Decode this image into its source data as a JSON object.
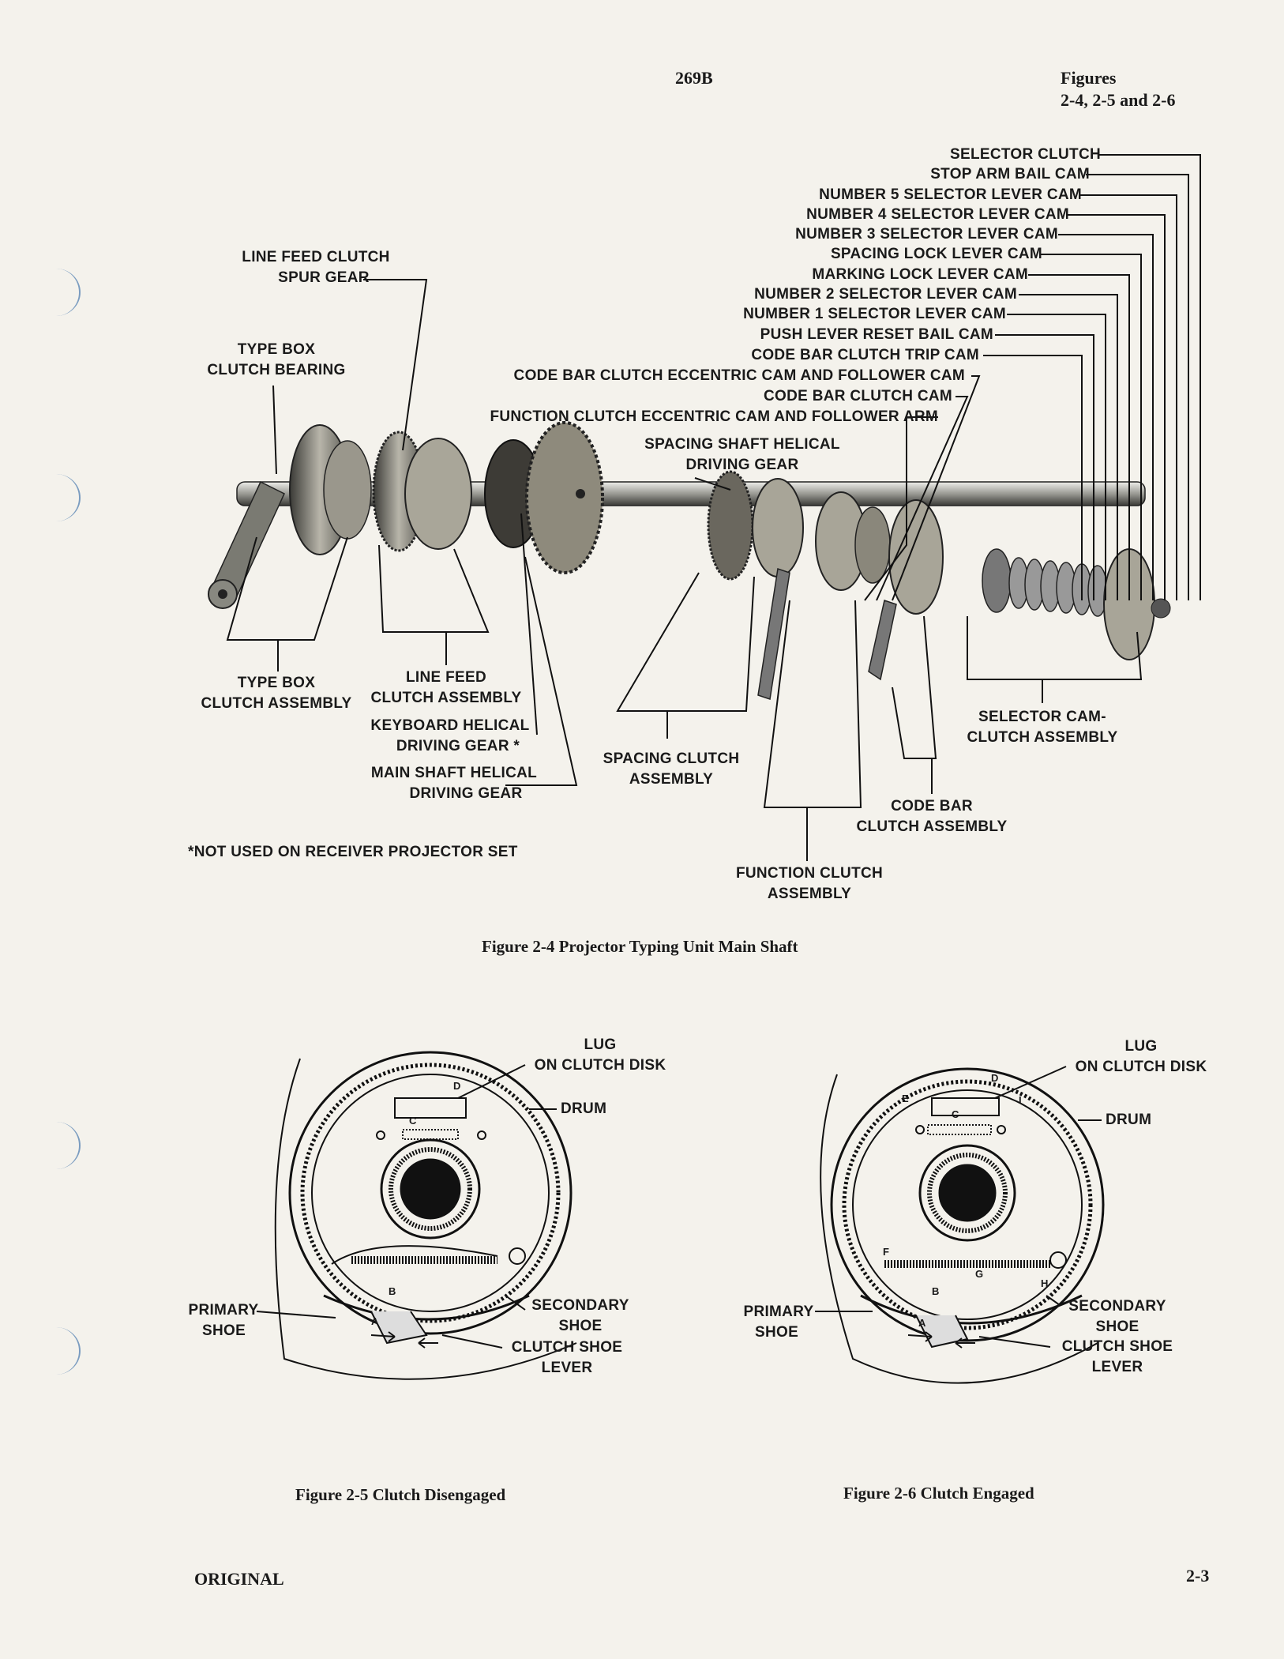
{
  "header": {
    "doc_number": "269B",
    "figures_line1": "Figures",
    "figures_line2": "2-4, 2-5 and 2-6"
  },
  "figure_2_4": {
    "caption": "Figure 2-4   Projector Typing Unit Main Shaft",
    "callouts_right": [
      "SELECTOR CLUTCH",
      "STOP ARM BAIL CAM",
      "NUMBER 5 SELECTOR LEVER CAM",
      "NUMBER 4 SELECTOR LEVER CAM",
      "NUMBER 3 SELECTOR LEVER CAM",
      "SPACING LOCK LEVER CAM",
      "MARKING LOCK LEVER CAM",
      "NUMBER 2 SELECTOR LEVER CAM",
      "NUMBER 1 SELECTOR LEVER CAM",
      "PUSH LEVER RESET BAIL CAM",
      "CODE BAR CLUTCH TRIP CAM",
      "CODE BAR CLUTCH ECCENTRIC CAM AND FOLLOWER CAM",
      "CODE BAR CLUTCH CAM",
      "FUNCTION CLUTCH ECCENTRIC CAM AND FOLLOWER ARM"
    ],
    "line_feed_spur": [
      "LINE FEED CLUTCH",
      "SPUR GEAR"
    ],
    "type_box_bearing": [
      "TYPE BOX",
      "CLUTCH BEARING"
    ],
    "spacing_shaft_gear": [
      "SPACING SHAFT HELICAL",
      "DRIVING GEAR"
    ],
    "type_box_assembly": [
      "TYPE BOX",
      "CLUTCH ASSEMBLY"
    ],
    "line_feed_assembly": [
      "LINE FEED",
      "CLUTCH ASSEMBLY"
    ],
    "keyboard_gear": [
      "KEYBOARD HELICAL",
      "DRIVING GEAR *"
    ],
    "main_shaft_gear": [
      "MAIN SHAFT HELICAL",
      "DRIVING GEAR"
    ],
    "spacing_clutch": [
      "SPACING CLUTCH",
      "ASSEMBLY"
    ],
    "selector_cam": [
      "SELECTOR CAM-",
      "CLUTCH ASSEMBLY"
    ],
    "code_bar_clutch": [
      "CODE BAR",
      "CLUTCH ASSEMBLY"
    ],
    "function_clutch": [
      "FUNCTION CLUTCH",
      "ASSEMBLY"
    ],
    "footnote": "*NOT USED ON RECEIVER PROJECTOR SET"
  },
  "figure_2_5": {
    "caption": "Figure 2-5   Clutch Disengaged",
    "lug": [
      "LUG",
      "ON CLUTCH DISK"
    ],
    "drum": "DRUM",
    "primary_shoe": [
      "PRIMARY",
      "SHOE"
    ],
    "secondary_shoe": [
      "SECONDARY",
      "SHOE"
    ],
    "clutch_shoe_lever": [
      "CLUTCH SHOE",
      "LEVER"
    ],
    "letters": [
      "A",
      "B",
      "C",
      "D"
    ]
  },
  "figure_2_6": {
    "caption": "Figure 2-6   Clutch Engaged",
    "lug": [
      "LUG",
      "ON CLUTCH DISK"
    ],
    "drum": "DRUM",
    "primary_shoe": [
      "PRIMARY",
      "SHOE"
    ],
    "secondary_shoe": [
      "SECONDARY",
      "SHOE"
    ],
    "clutch_shoe_lever": [
      "CLUTCH SHOE",
      "LEVER"
    ],
    "letters": [
      "A",
      "B",
      "C",
      "D",
      "E",
      "F",
      "G",
      "H",
      "I"
    ]
  },
  "footer": {
    "left": "ORIGINAL",
    "right": "2-3"
  }
}
